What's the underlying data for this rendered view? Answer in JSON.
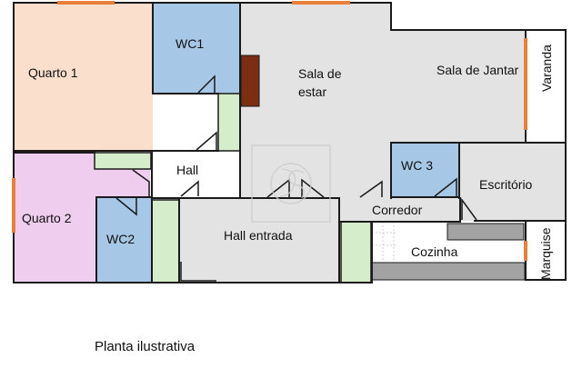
{
  "colors": {
    "wall": "#1a1a1a",
    "window": "#e8803a",
    "door_frame": "#1a1a1a",
    "quarto1": "#fadfcc",
    "quarto2": "#efcdee",
    "wc": "#a7c7e7",
    "living": "#e3e3e3",
    "closet": "#d6edcc",
    "counter": "#a3a3a3",
    "chimney": "#7a2f13",
    "white": "#ffffff"
  },
  "rooms": {
    "quarto1": "Quarto 1",
    "wc1": "WC1",
    "sala_estar_1": "Sala de",
    "sala_estar_2": "estar",
    "sala_jantar": "Sala de Jantar",
    "varanda": "Varanda",
    "hall": "Hall",
    "wc3": "WC 3",
    "escritorio": "Escritório",
    "quarto2": "Quarto 2",
    "wc2": "WC2",
    "hall_entrada": "Hall entrada",
    "corredor": "Corredor",
    "cozinha": "Cozinha",
    "marquise": "Marquise"
  },
  "caption": "Planta ilustrativa"
}
